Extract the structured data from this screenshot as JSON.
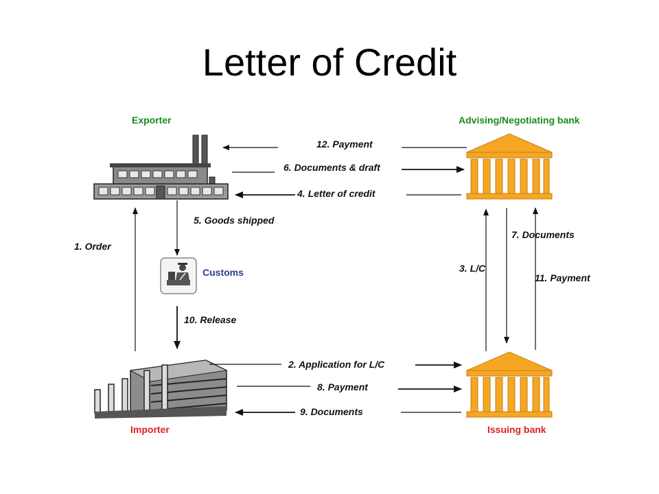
{
  "title": "Letter of Credit",
  "parties": {
    "exporter": "Exporter",
    "advising_bank": "Advising/Negotiating bank",
    "customs": "Customs",
    "importer": "Importer",
    "issuing_bank": "Issuing bank"
  },
  "steps": {
    "s1": "1. Order",
    "s2": "2. Application for L/C",
    "s3": "3. L/C",
    "s4": "4. Letter of credit",
    "s5": "5. Goods shipped",
    "s6": "6. Documents &  draft",
    "s7": "7. Documents",
    "s8": "8. Payment",
    "s9": "9. Documents",
    "s10": "10. Release",
    "s11": "11. Payment",
    "s12": "12. Payment"
  },
  "colors": {
    "exporter_label": "#1a8a1a",
    "bank_label": "#1a8a1a",
    "importer_label": "#e02020",
    "issuing_label": "#e02020",
    "customs_label": "#2b3d8f",
    "bank_fill": "#f5a623",
    "building_gray": "#7a7a7a"
  },
  "icons": {
    "exporter": "factory-icon",
    "importer": "warehouse-icon",
    "banks": "bank-building-icon",
    "customs": "customs-officer-icon"
  }
}
